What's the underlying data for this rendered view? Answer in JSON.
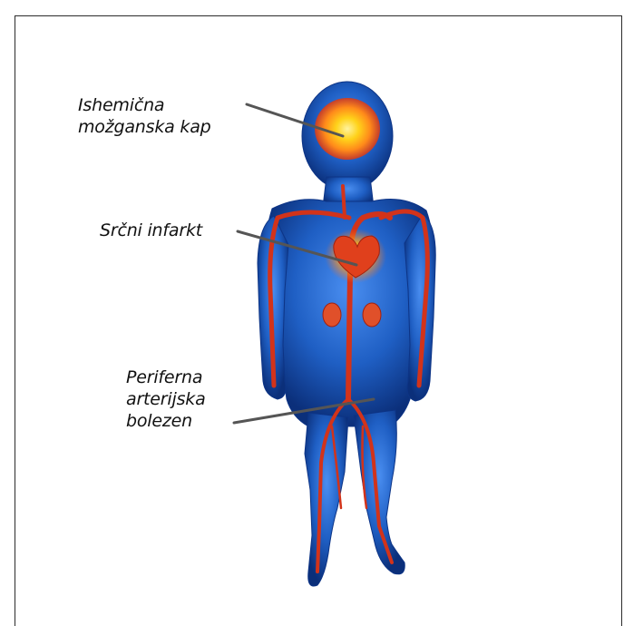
{
  "labels": {
    "stroke": [
      "Ishemična",
      "možganska kap"
    ],
    "heart_attack": [
      "Srčni infarkt"
    ],
    "peripheral": [
      "Periferna",
      "arterijska",
      "bolezen"
    ]
  },
  "colors": {
    "body": "#1f5fc4",
    "body_dark": "#0b2f7a",
    "artery": "#d2331a",
    "hotspot": "#ffd21a",
    "leader_line": "#555555",
    "frame": "#2b2b2b"
  }
}
